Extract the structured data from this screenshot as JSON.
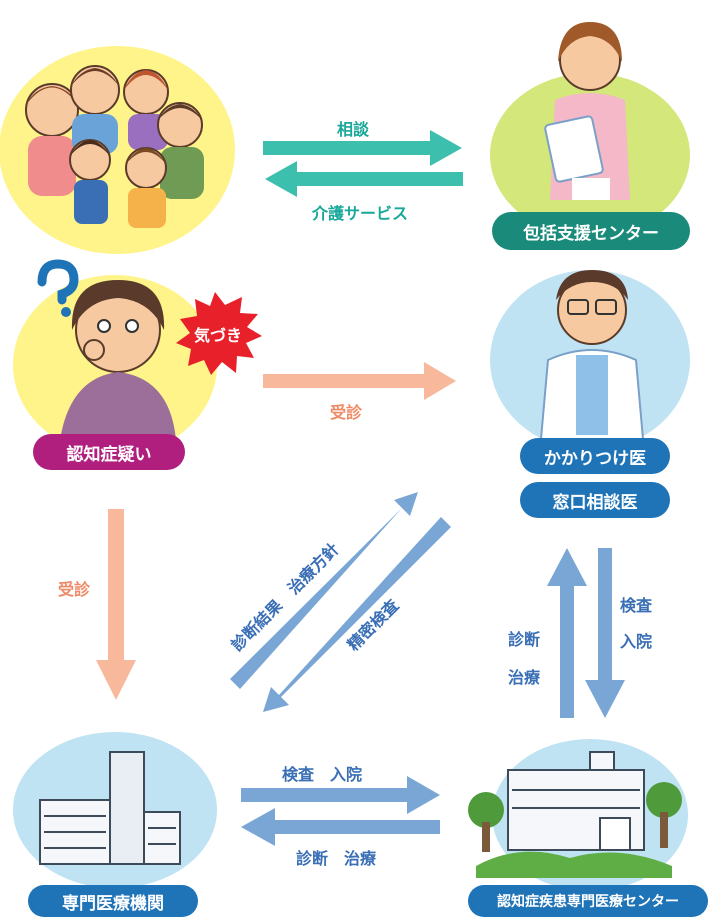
{
  "nodes": {
    "family": {
      "label": ""
    },
    "support_center": {
      "label": "包括支援センター"
    },
    "suspected": {
      "label": "認知症疑い",
      "bubble": "気づき"
    },
    "family_doctor": {
      "label": "かかりつけ医",
      "label2": "窓口相談医"
    },
    "specialist_institution": {
      "label": "専門医療機関"
    },
    "dementia_center": {
      "label": "認知症疾患専門医療センター"
    }
  },
  "edges": {
    "consult": "相談",
    "care_service": "介護サービス",
    "visit_right": "受診",
    "visit_down": "受診",
    "diag_up": "診断結果　治療方針",
    "diag_down": "精密検査",
    "exam_up_left": "診断",
    "exam_up_left2": "治療",
    "exam_down_right": "検査",
    "exam_down_right2": "入院",
    "bottom_right": "検査　入院",
    "bottom_left": "診断　治療"
  },
  "colors": {
    "teal": "#3dbfae",
    "salmon": "#f7b89c",
    "blue": "#7aa6d6",
    "pill_teal": "#1a8b7a",
    "pill_magenta": "#b01f7d",
    "pill_blue": "#1f73b7",
    "yellow_circle": "#fff48a",
    "green_circle": "#d4e77a",
    "blue_circle": "#bfe3f3"
  }
}
